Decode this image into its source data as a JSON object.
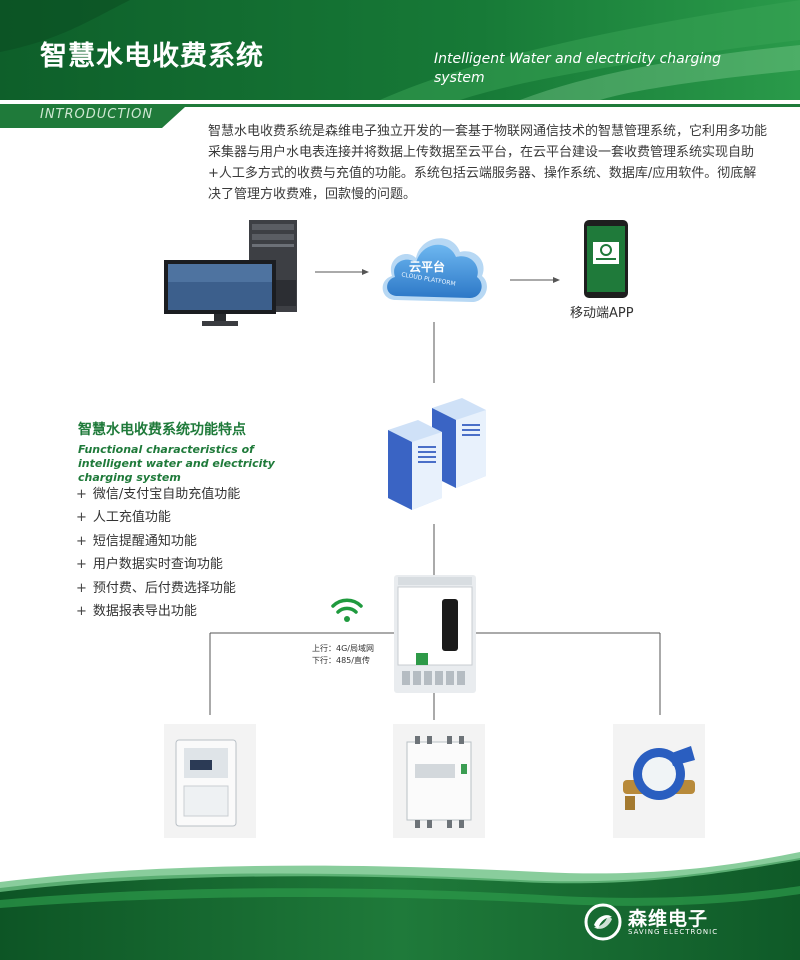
{
  "header": {
    "title_zh": "智慧水电收费系统",
    "title_en": "Intelligent Water and electricity charging system"
  },
  "intro": {
    "label": "INTRODUCTION",
    "text": "智慧水电收费系统是森维电子独立开发的一套基于物联网通信技术的智慧管理系统，它利用多功能采集器与用户水电表连接并将数据上传数据至云平台，在云平台建设一套收费管理系统实现自助+人工多方式的收费与充值的功能。系统包括云端服务器、操作系统、数据库/应用软件。彻底解决了管理方收费难，回款慢的问题。"
  },
  "diagram": {
    "cloud_zh": "云平台",
    "cloud_en": "CLOUD PLATFORM",
    "app_label": "移动端APP",
    "uplink": "上行：4G/局域网",
    "downlink": "下行：485/直传"
  },
  "features": {
    "title_zh": "智慧水电收费系统功能特点",
    "title_en": "Functional characteristics of intelligent water and electricity charging system",
    "items": [
      "微信/支付宝自助充值功能",
      "人工充值功能",
      "短信提醒通知功能",
      "用户数据实时查询功能",
      "预付费、后付费选择功能",
      "数据报表导出功能"
    ]
  },
  "footer": {
    "brand_zh": "森维电子",
    "brand_en": "SAVING ELECTRONIC"
  },
  "colors": {
    "brand_green": "#1f7a3a",
    "dark_green": "#0f5a28",
    "cloud_blue": "#3a8fd8"
  }
}
